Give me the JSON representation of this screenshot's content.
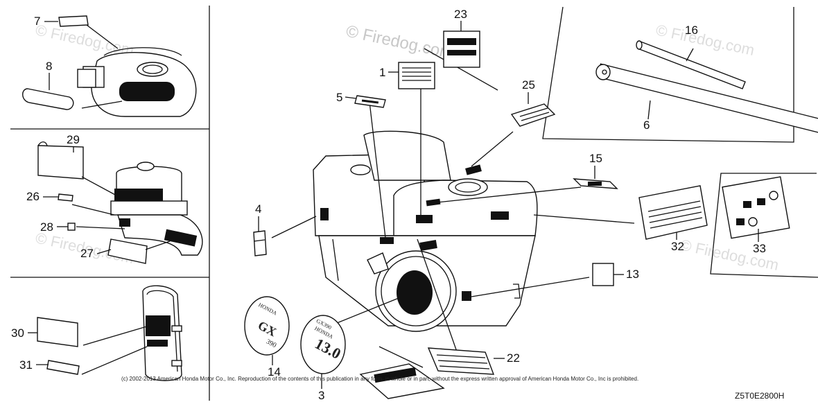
{
  "watermark": {
    "main": "© Firedog.com",
    "repeat": "© Firedog.com"
  },
  "footer": {
    "copyright": "(c) 2002-2013 American Honda Motor Co., Inc. Reproduction of the contents of this publication in any form, in whole or in part, without the express written approval of American Honda Motor Co., Inc is prohibited.",
    "diagram_code": "Z5T0E2800H"
  },
  "emblems": {
    "left_brand": "HONDA",
    "left_model": "GX",
    "left_size": "390",
    "right_brand": "HONDA",
    "right_series": "GX390",
    "right_power": "13.0"
  },
  "callouts": {
    "c1": "1",
    "c3": "3",
    "c4": "4",
    "c5": "5",
    "c6": "6",
    "c7": "7",
    "c8": "8",
    "c13": "13",
    "c14": "14",
    "c15": "15",
    "c16": "16",
    "c22": "22",
    "c23": "23",
    "c25": "25",
    "c26": "26",
    "c27": "27",
    "c28": "28",
    "c29": "29",
    "c30": "30",
    "c31": "31",
    "c32": "32",
    "c33": "33"
  }
}
